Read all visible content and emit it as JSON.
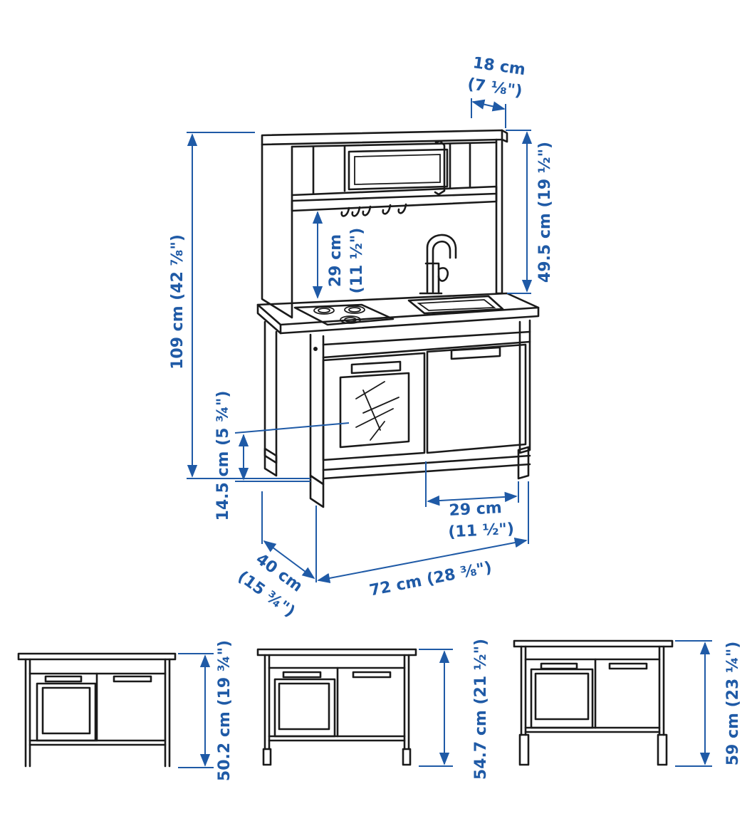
{
  "dimensions": {
    "depth_top": {
      "cm": "18 cm",
      "in": "(7 ⅛\")"
    },
    "height_top": {
      "text": "49.5 cm (19 ½\")"
    },
    "total_height": {
      "text": "109 cm (42 ⅞\")"
    },
    "shelf_gap": {
      "cm": "29 cm",
      "in": "(11 ½\")"
    },
    "foot_height": {
      "text": "14.5 cm (5 ¾\")"
    },
    "door_width": {
      "cm": "29 cm",
      "in": "(11 ½\")"
    },
    "depth": {
      "cm": "40 cm",
      "in": "(15 ¾\")"
    },
    "width": {
      "text": "72 cm (28 ⅜\")"
    },
    "counter_heights": [
      {
        "text": "50.2 cm (19 ¾\")"
      },
      {
        "text": "54.7 cm (21 ½\")"
      },
      {
        "text": "59 cm (23 ¼\")"
      }
    ]
  },
  "colors": {
    "dimension": "#1f5aa6",
    "line": "#1a1a1a"
  }
}
